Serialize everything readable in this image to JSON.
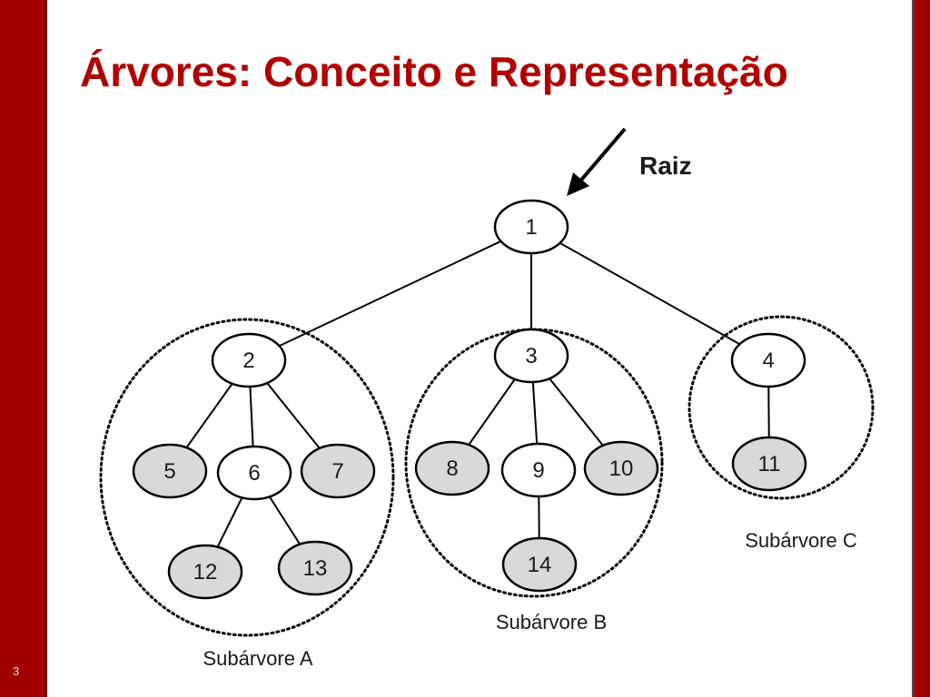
{
  "slide": {
    "title": "Árvores: Conceito e Representação",
    "page_number": "3"
  },
  "diagram": {
    "root_label": "Raiz",
    "nodes": [
      {
        "id": "1",
        "label": "1",
        "shaded": false
      },
      {
        "id": "2",
        "label": "2",
        "shaded": false
      },
      {
        "id": "3",
        "label": "3",
        "shaded": false
      },
      {
        "id": "4",
        "label": "4",
        "shaded": false
      },
      {
        "id": "5",
        "label": "5",
        "shaded": true
      },
      {
        "id": "6",
        "label": "6",
        "shaded": false
      },
      {
        "id": "7",
        "label": "7",
        "shaded": true
      },
      {
        "id": "8",
        "label": "8",
        "shaded": true
      },
      {
        "id": "9",
        "label": "9",
        "shaded": false
      },
      {
        "id": "10",
        "label": "10",
        "shaded": true
      },
      {
        "id": "11",
        "label": "11",
        "shaded": true
      },
      {
        "id": "12",
        "label": "12",
        "shaded": true
      },
      {
        "id": "13",
        "label": "13",
        "shaded": true
      },
      {
        "id": "14",
        "label": "14",
        "shaded": true
      }
    ],
    "edges": [
      [
        "1",
        "2"
      ],
      [
        "1",
        "3"
      ],
      [
        "1",
        "4"
      ],
      [
        "2",
        "5"
      ],
      [
        "2",
        "6"
      ],
      [
        "2",
        "7"
      ],
      [
        "6",
        "12"
      ],
      [
        "6",
        "13"
      ],
      [
        "3",
        "8"
      ],
      [
        "3",
        "9"
      ],
      [
        "3",
        "10"
      ],
      [
        "9",
        "14"
      ],
      [
        "4",
        "11"
      ]
    ],
    "subtrees": [
      {
        "id": "A",
        "label": "Subárvore A",
        "root": "2"
      },
      {
        "id": "B",
        "label": "Subárvore B",
        "root": "3"
      },
      {
        "id": "C",
        "label": "Subárvore C",
        "root": "4"
      }
    ],
    "colors": {
      "title": "#b00000",
      "side_bar": "#a00000",
      "leaf_fill": "#d9d9d9",
      "node_fill": "#ffffff",
      "stroke": "#000000"
    }
  }
}
